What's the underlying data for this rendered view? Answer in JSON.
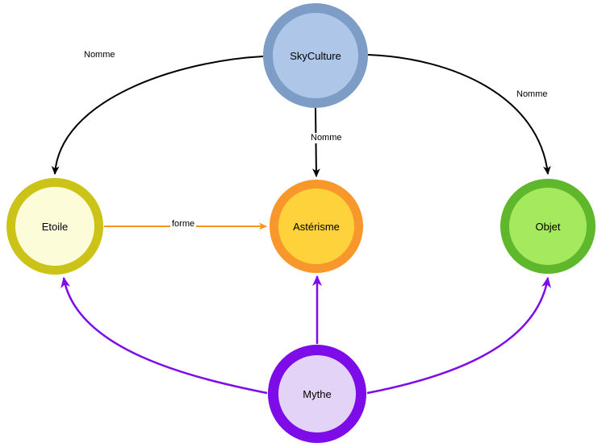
{
  "diagram": {
    "background": "#ffffff",
    "colors": {
      "black": "#000000",
      "orange": "#f7941d",
      "purple": "#7d0ce8"
    },
    "nodes": [
      {
        "label": "SkyCulture",
        "fill": "#aec7e9",
        "stroke": "#7e9dc6"
      },
      {
        "label": "Etoile",
        "fill": "#fcfcd9",
        "stroke": "#ccc318"
      },
      {
        "label": "Astérisme",
        "fill": "#fdd23a",
        "stroke": "#f8972b"
      },
      {
        "label": "Objet",
        "fill": "#a5e95f",
        "stroke": "#5fb72c"
      },
      {
        "label": "Mythe",
        "fill": "#e3d3f6",
        "stroke": "#7d0ce8"
      }
    ],
    "edges": [
      {
        "from": "SkyCulture",
        "to": "Etoile",
        "label": "Nomme",
        "color": "#000000"
      },
      {
        "from": "SkyCulture",
        "to": "Astérisme",
        "label": "Nomme",
        "color": "#000000"
      },
      {
        "from": "SkyCulture",
        "to": "Objet",
        "label": "Nomme",
        "color": "#000000"
      },
      {
        "from": "Etoile",
        "to": "Astérisme",
        "label": "forme",
        "color": "#f7941d"
      },
      {
        "from": "Mythe",
        "to": "Etoile",
        "label": "",
        "color": "#7d0ce8"
      },
      {
        "from": "Mythe",
        "to": "Astérisme",
        "label": "",
        "color": "#7d0ce8"
      },
      {
        "from": "Mythe",
        "to": "Objet",
        "label": "",
        "color": "#7d0ce8"
      }
    ]
  }
}
